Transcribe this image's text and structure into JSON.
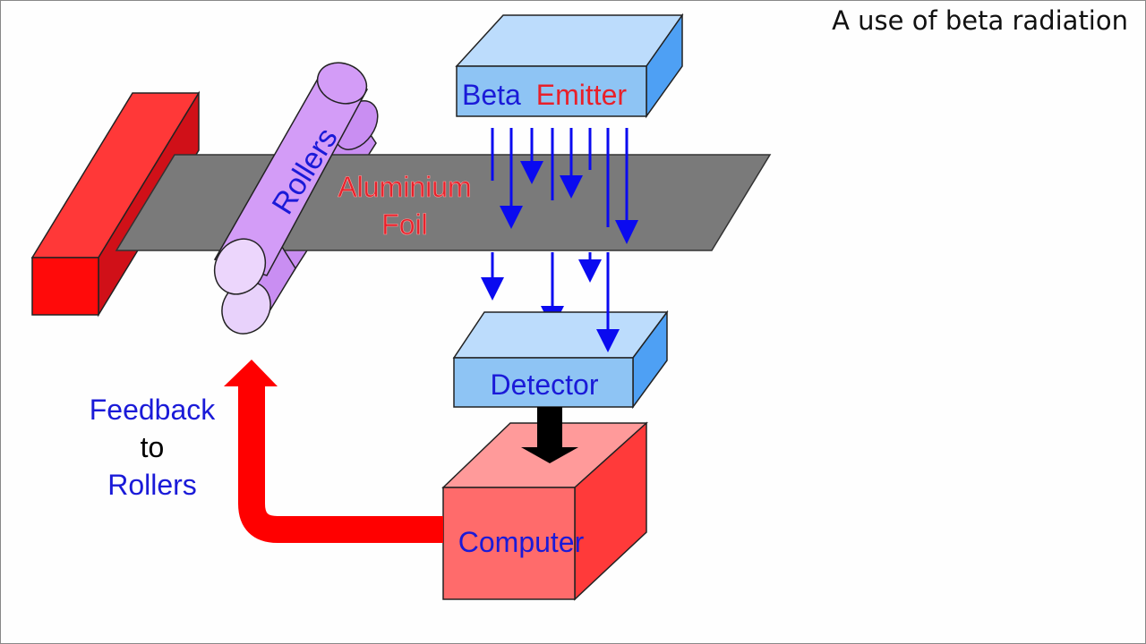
{
  "title": "A use of beta radiation",
  "labels": {
    "emitter_word1": "Beta",
    "emitter_word2": "Emitter",
    "foil_line1": "Aluminium",
    "foil_line2": "Foil",
    "rollers": "Rollers",
    "detector": "Detector",
    "computer": "Computer",
    "feedback_line1": "Feedback",
    "feedback_line2": "to",
    "feedback_line3": "Rollers"
  },
  "colors": {
    "text_blue": "#1a1ad8",
    "text_red": "#e8202a",
    "beta_arrow": "#0a0af0",
    "feedback_arrow": "#ff0000",
    "foil": "#7a7a7a",
    "emitter_box": "#8ec4f4",
    "computer_box": "#ff6b6b",
    "roller": "#d39cf7",
    "clamp": "#ff1a1a"
  }
}
